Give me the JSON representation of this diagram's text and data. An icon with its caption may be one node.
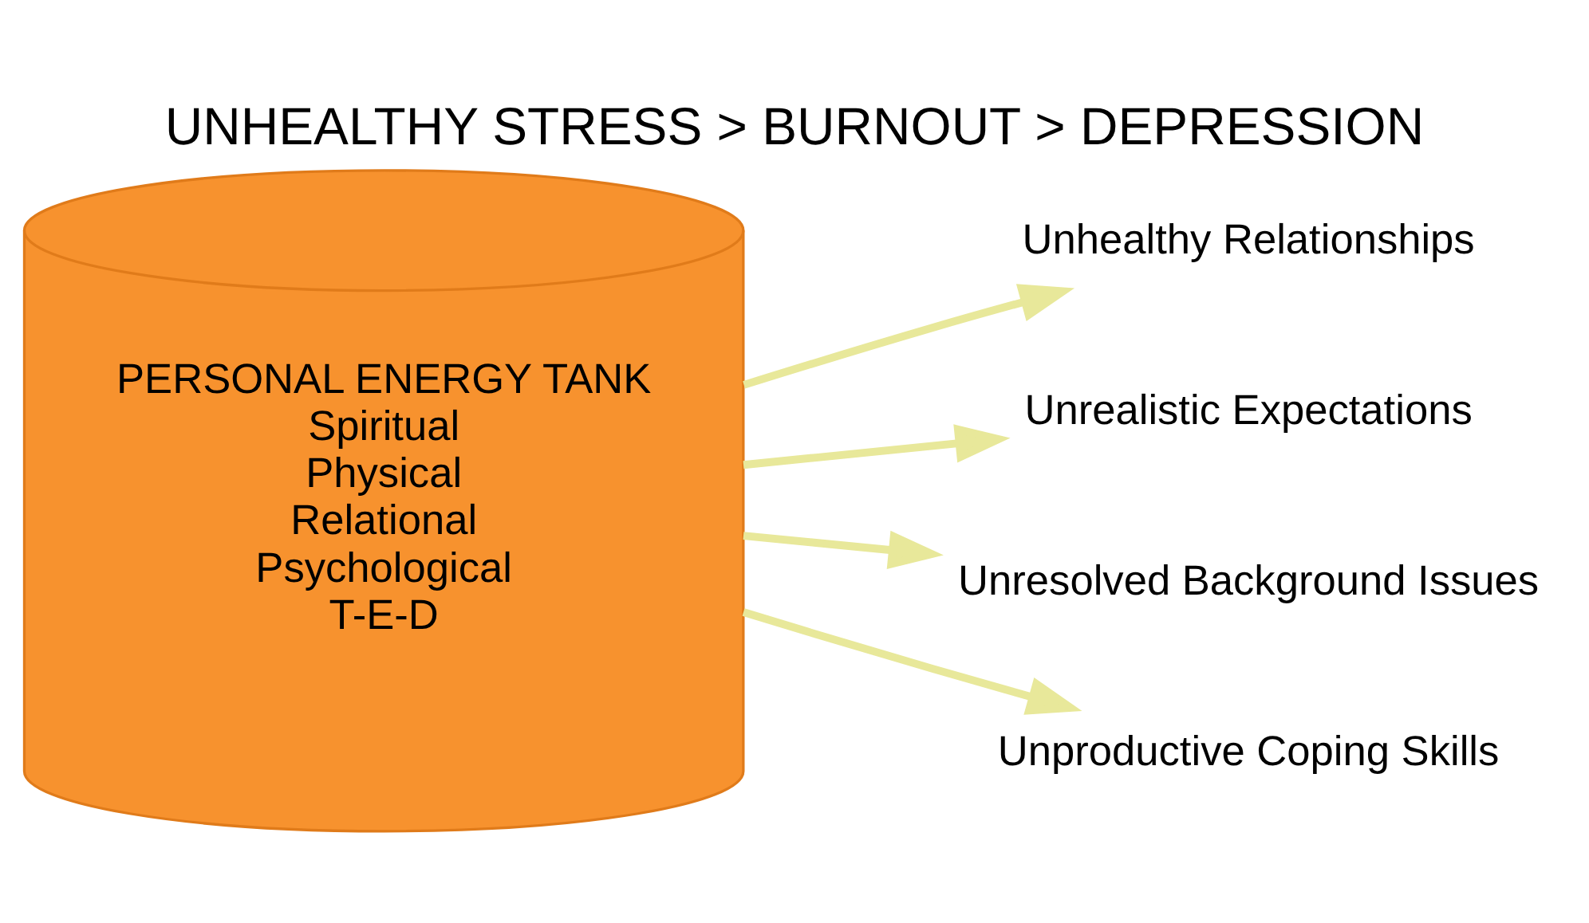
{
  "diagram": {
    "title": "UNHEALTHY STRESS > BURNOUT > DEPRESSION",
    "nodes": [
      {
        "text": [
          "PERSONAL ENERGY TANK",
          "Spiritual",
          "Physical",
          "Relational",
          "Psychological",
          "T-E-D"
        ]
      },
      {
        "text": [
          "Unhealthy Relationships"
        ]
      },
      {
        "text": [
          "Unrealistic Expectations"
        ]
      },
      {
        "text": [
          "Unresolved Background Issues"
        ]
      },
      {
        "text": [
          "Unproductive Coping Skills"
        ]
      }
    ],
    "edges": [
      {
        "from": 0,
        "to": 1,
        "arrow": "to"
      },
      {
        "from": 0,
        "to": 2,
        "arrow": "to"
      },
      {
        "from": 0,
        "to": 3,
        "arrow": "to"
      },
      {
        "from": 0,
        "to": 4,
        "arrow": "to"
      }
    ]
  }
}
